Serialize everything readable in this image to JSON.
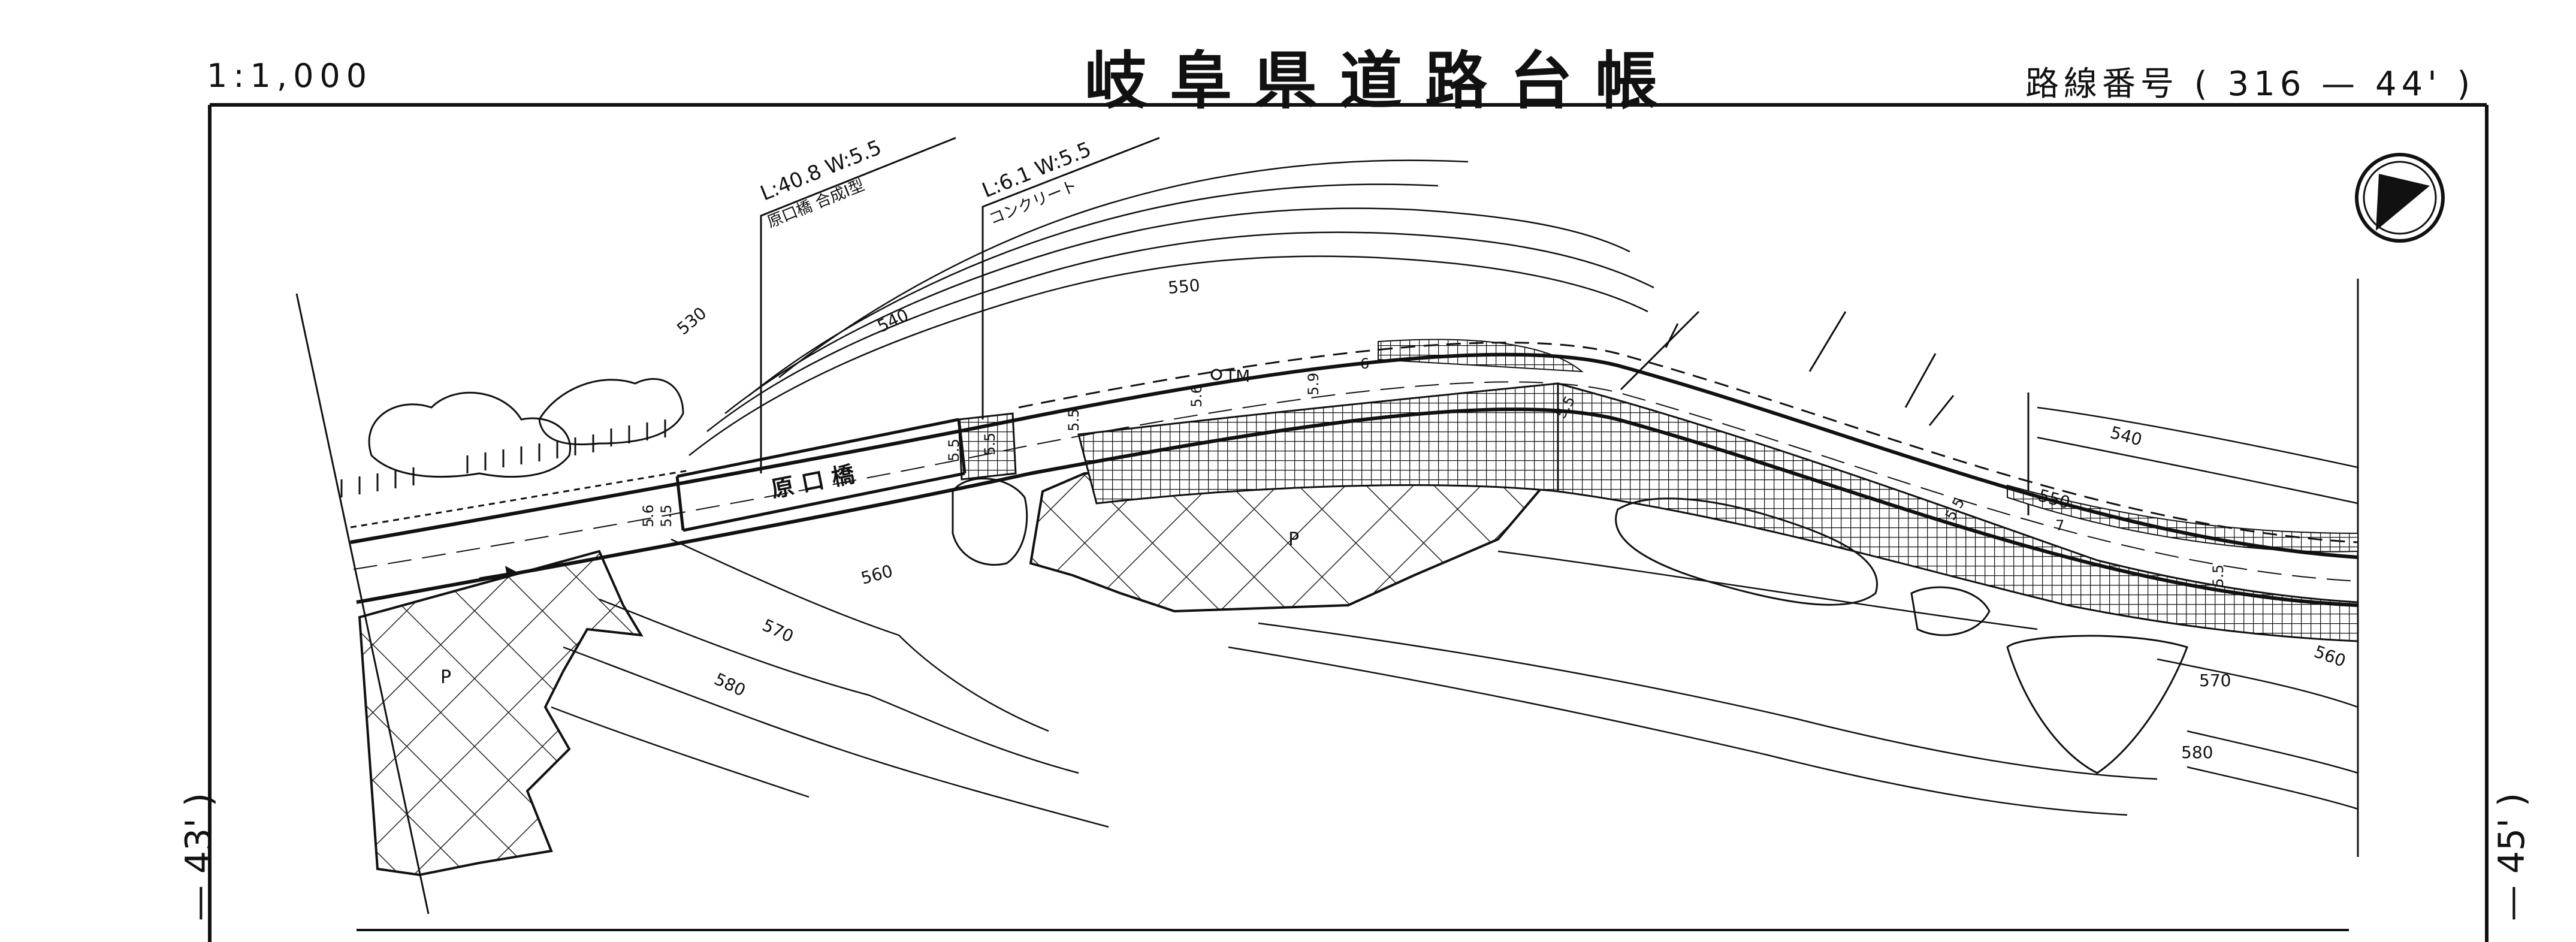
{
  "header": {
    "scale": "1:1,000",
    "title": "岐阜県道路台帳",
    "route": "路線番号 ( 316 — 44' )"
  },
  "margins": {
    "left": "— 43' )",
    "right": "— 45' )"
  },
  "bridges": [
    {
      "dims": "L:40.8  W:5.5",
      "name": "原口橋 合成I型"
    },
    {
      "dims": "L:6.1  W:5.5",
      "name": "コンクリート"
    }
  ],
  "road_label": "原 口 橋",
  "contours": {
    "c530": "530",
    "c540a": "540",
    "c550a": "550",
    "c560a": "560",
    "c570a": "570",
    "c580a": "580",
    "c540b": "540",
    "c550b": "550",
    "c560b": "560",
    "c570b": "570",
    "c580b": "580"
  },
  "widths": {
    "w1": "5.6",
    "w2": "5.5",
    "w3": "5.5",
    "w4": "5.5",
    "w5": "5.5",
    "w6": "5.6",
    "w7": "5.9",
    "w8": "6",
    "w9": "5.5",
    "w10": "5.5",
    "w11": "7",
    "w12": "5.5"
  },
  "markers": {
    "tm": "TM",
    "p1": "P",
    "p2": "P"
  },
  "north_icon": "north-arrow-icon"
}
